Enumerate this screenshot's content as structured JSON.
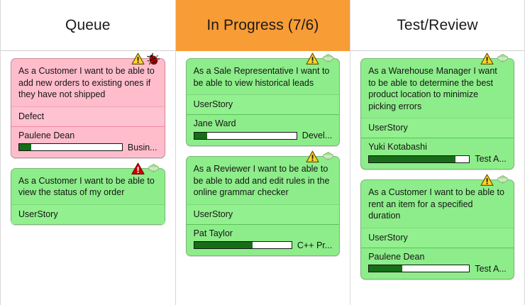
{
  "board": {
    "columns": [
      {
        "name": "queue",
        "title": "Queue",
        "over_limit": false,
        "cards": [
          {
            "title": "As a Customer I want to be able to add new orders to existing ones if they have not shipped",
            "type": "Defect",
            "assignee": "Paulene Dean",
            "progress_label": "Busin...",
            "progress_percent": 12,
            "color": "pink",
            "badges": [
              "warning-yellow-icon",
              "bug-icon"
            ]
          },
          {
            "title": "As a Customer I want to be able to view the status of my order",
            "type": "UserStory",
            "assignee": "",
            "progress_label": "",
            "progress_percent": 0,
            "color": "green",
            "badges": [
              "warning-red-icon",
              "diamond-icon"
            ]
          }
        ]
      },
      {
        "name": "in-progress",
        "title": "In Progress (7/6)",
        "over_limit": true,
        "cards": [
          {
            "title": "As a Sale Representative I want to be able to view historical leads",
            "type": "UserStory",
            "assignee": "Jane Ward",
            "progress_label": "Devel...",
            "progress_percent": 13,
            "color": "green",
            "badges": [
              "warning-yellow-icon",
              "diamond-icon"
            ]
          },
          {
            "title": "As a Reviewer I want to be able to be able to add and edit rules in the online grammar checker",
            "type": "UserStory",
            "assignee": "Pat Taylor",
            "progress_label": "C++ Pr...",
            "progress_percent": 60,
            "color": "green",
            "badges": [
              "warning-yellow-icon",
              "diamond-icon"
            ]
          }
        ]
      },
      {
        "name": "test-review",
        "title": "Test/Review",
        "over_limit": false,
        "cards": [
          {
            "title": "As a Warehouse Manager I want to be able to determine the best product location to minimize picking errors",
            "type": "UserStory",
            "assignee": "Yuki Kotabashi",
            "progress_label": "Test A...",
            "progress_percent": 86,
            "color": "green",
            "badges": [
              "warning-yellow-icon",
              "diamond-icon"
            ]
          },
          {
            "title": "As a Customer I want to be able to rent an item for a specified duration",
            "type": "UserStory",
            "assignee": "Paulene Dean",
            "progress_label": "Test A...",
            "progress_percent": 33,
            "color": "green",
            "badges": [
              "warning-yellow-icon",
              "diamond-icon"
            ]
          }
        ]
      }
    ]
  },
  "colors": {
    "wip_limit_exceeded": "#f89c36",
    "card_green": "#8ded8a",
    "card_pink": "#ffbdcc",
    "progress_fill": "#186d18",
    "warning_yellow": "#ffd42a",
    "warning_red": "#d40000",
    "bug_red": "#cc0000",
    "diamond_green": "#b8e6a8"
  }
}
